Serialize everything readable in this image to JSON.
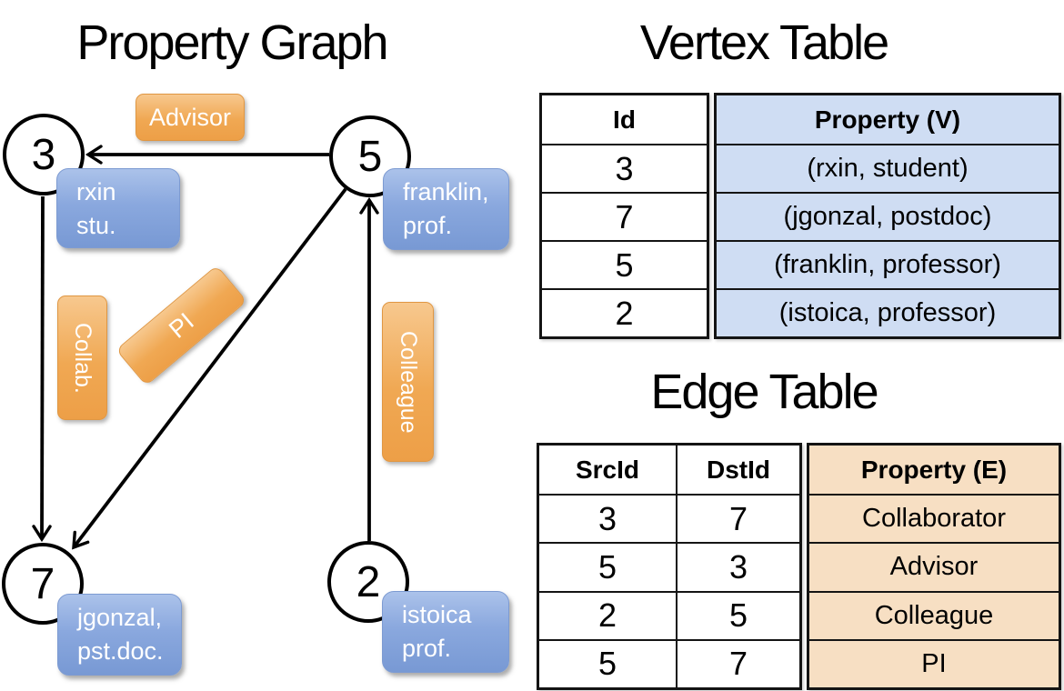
{
  "titles": {
    "graph": "Property Graph",
    "vertex_table": "Vertex Table",
    "edge_table": "Edge Table"
  },
  "graph": {
    "nodes": [
      {
        "id": "3"
      },
      {
        "id": "5"
      },
      {
        "id": "7"
      },
      {
        "id": "2"
      }
    ],
    "node_properties": [
      {
        "line1": "rxin",
        "line2": "stu."
      },
      {
        "line1": "franklin,",
        "line2": "prof."
      },
      {
        "line1": "jgonzal,",
        "line2": "pst.doc."
      },
      {
        "line1": "istoica",
        "line2": "prof."
      }
    ],
    "edge_labels": [
      {
        "text": "Advisor"
      },
      {
        "text": "Collab."
      },
      {
        "text": "PI"
      },
      {
        "text": "Colleague"
      }
    ],
    "edges": [
      {
        "src": "5",
        "dst": "3",
        "label": "Advisor"
      },
      {
        "src": "3",
        "dst": "7",
        "label": "Collab."
      },
      {
        "src": "5",
        "dst": "7",
        "label": "PI"
      },
      {
        "src": "2",
        "dst": "5",
        "label": "Colleague"
      }
    ]
  },
  "vertex_table": {
    "columns": [
      "Id",
      "Property (V)"
    ],
    "rows": [
      [
        "3",
        "(rxin, student)"
      ],
      [
        "7",
        "(jgonzal, postdoc)"
      ],
      [
        "5",
        "(franklin, professor)"
      ],
      [
        "2",
        "(istoica, professor)"
      ]
    ]
  },
  "edge_table": {
    "columns": [
      "SrcId",
      "DstId",
      "Property (E)"
    ],
    "rows": [
      [
        "3",
        "7",
        "Collaborator"
      ],
      [
        "5",
        "3",
        "Advisor"
      ],
      [
        "2",
        "5",
        "Colleague"
      ],
      [
        "5",
        "7",
        "PI"
      ]
    ]
  },
  "colors": {
    "edge_label_orange": "#f0a853",
    "edge_label_orange_light": "#f7c88e",
    "node_property_blue": "#8aa8de",
    "node_property_blue_light": "#abc2ea",
    "vertex_property_bg": "#cfddf3",
    "edge_property_bg": "#f7dfc3",
    "line_black": "#000000"
  }
}
